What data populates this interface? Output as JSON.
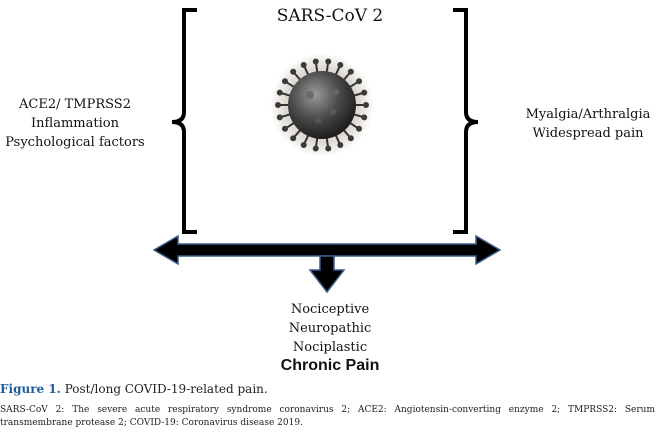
{
  "diagram": {
    "title": "SARS-CoV 2",
    "left_factors": [
      "ACE2/ TMPRSS2",
      "Inflammation",
      "Psychological factors"
    ],
    "right_factors": [
      "Myalgia/Arthralgia",
      "Widespread pain"
    ],
    "pain_types": [
      "Nociceptive",
      "Neuropathic",
      "Nociplastic"
    ],
    "outcome": "Chronic Pain",
    "colors": {
      "arrow_fill": "#000000",
      "arrow_outline": "#3b5b8c",
      "virus": "#3a3a3a"
    }
  },
  "figure": {
    "label": "Figure 1.",
    "caption": "Post/long COVID-19-related pain.",
    "footnote": "SARS-CoV 2: The severe acute respiratory syndrome coronavirus 2; ACE2: Angiotensin-converting enzyme 2; TMPRSS2: Serum transmembrane protease 2; COVID-19: Coronavirus disease 2019."
  }
}
